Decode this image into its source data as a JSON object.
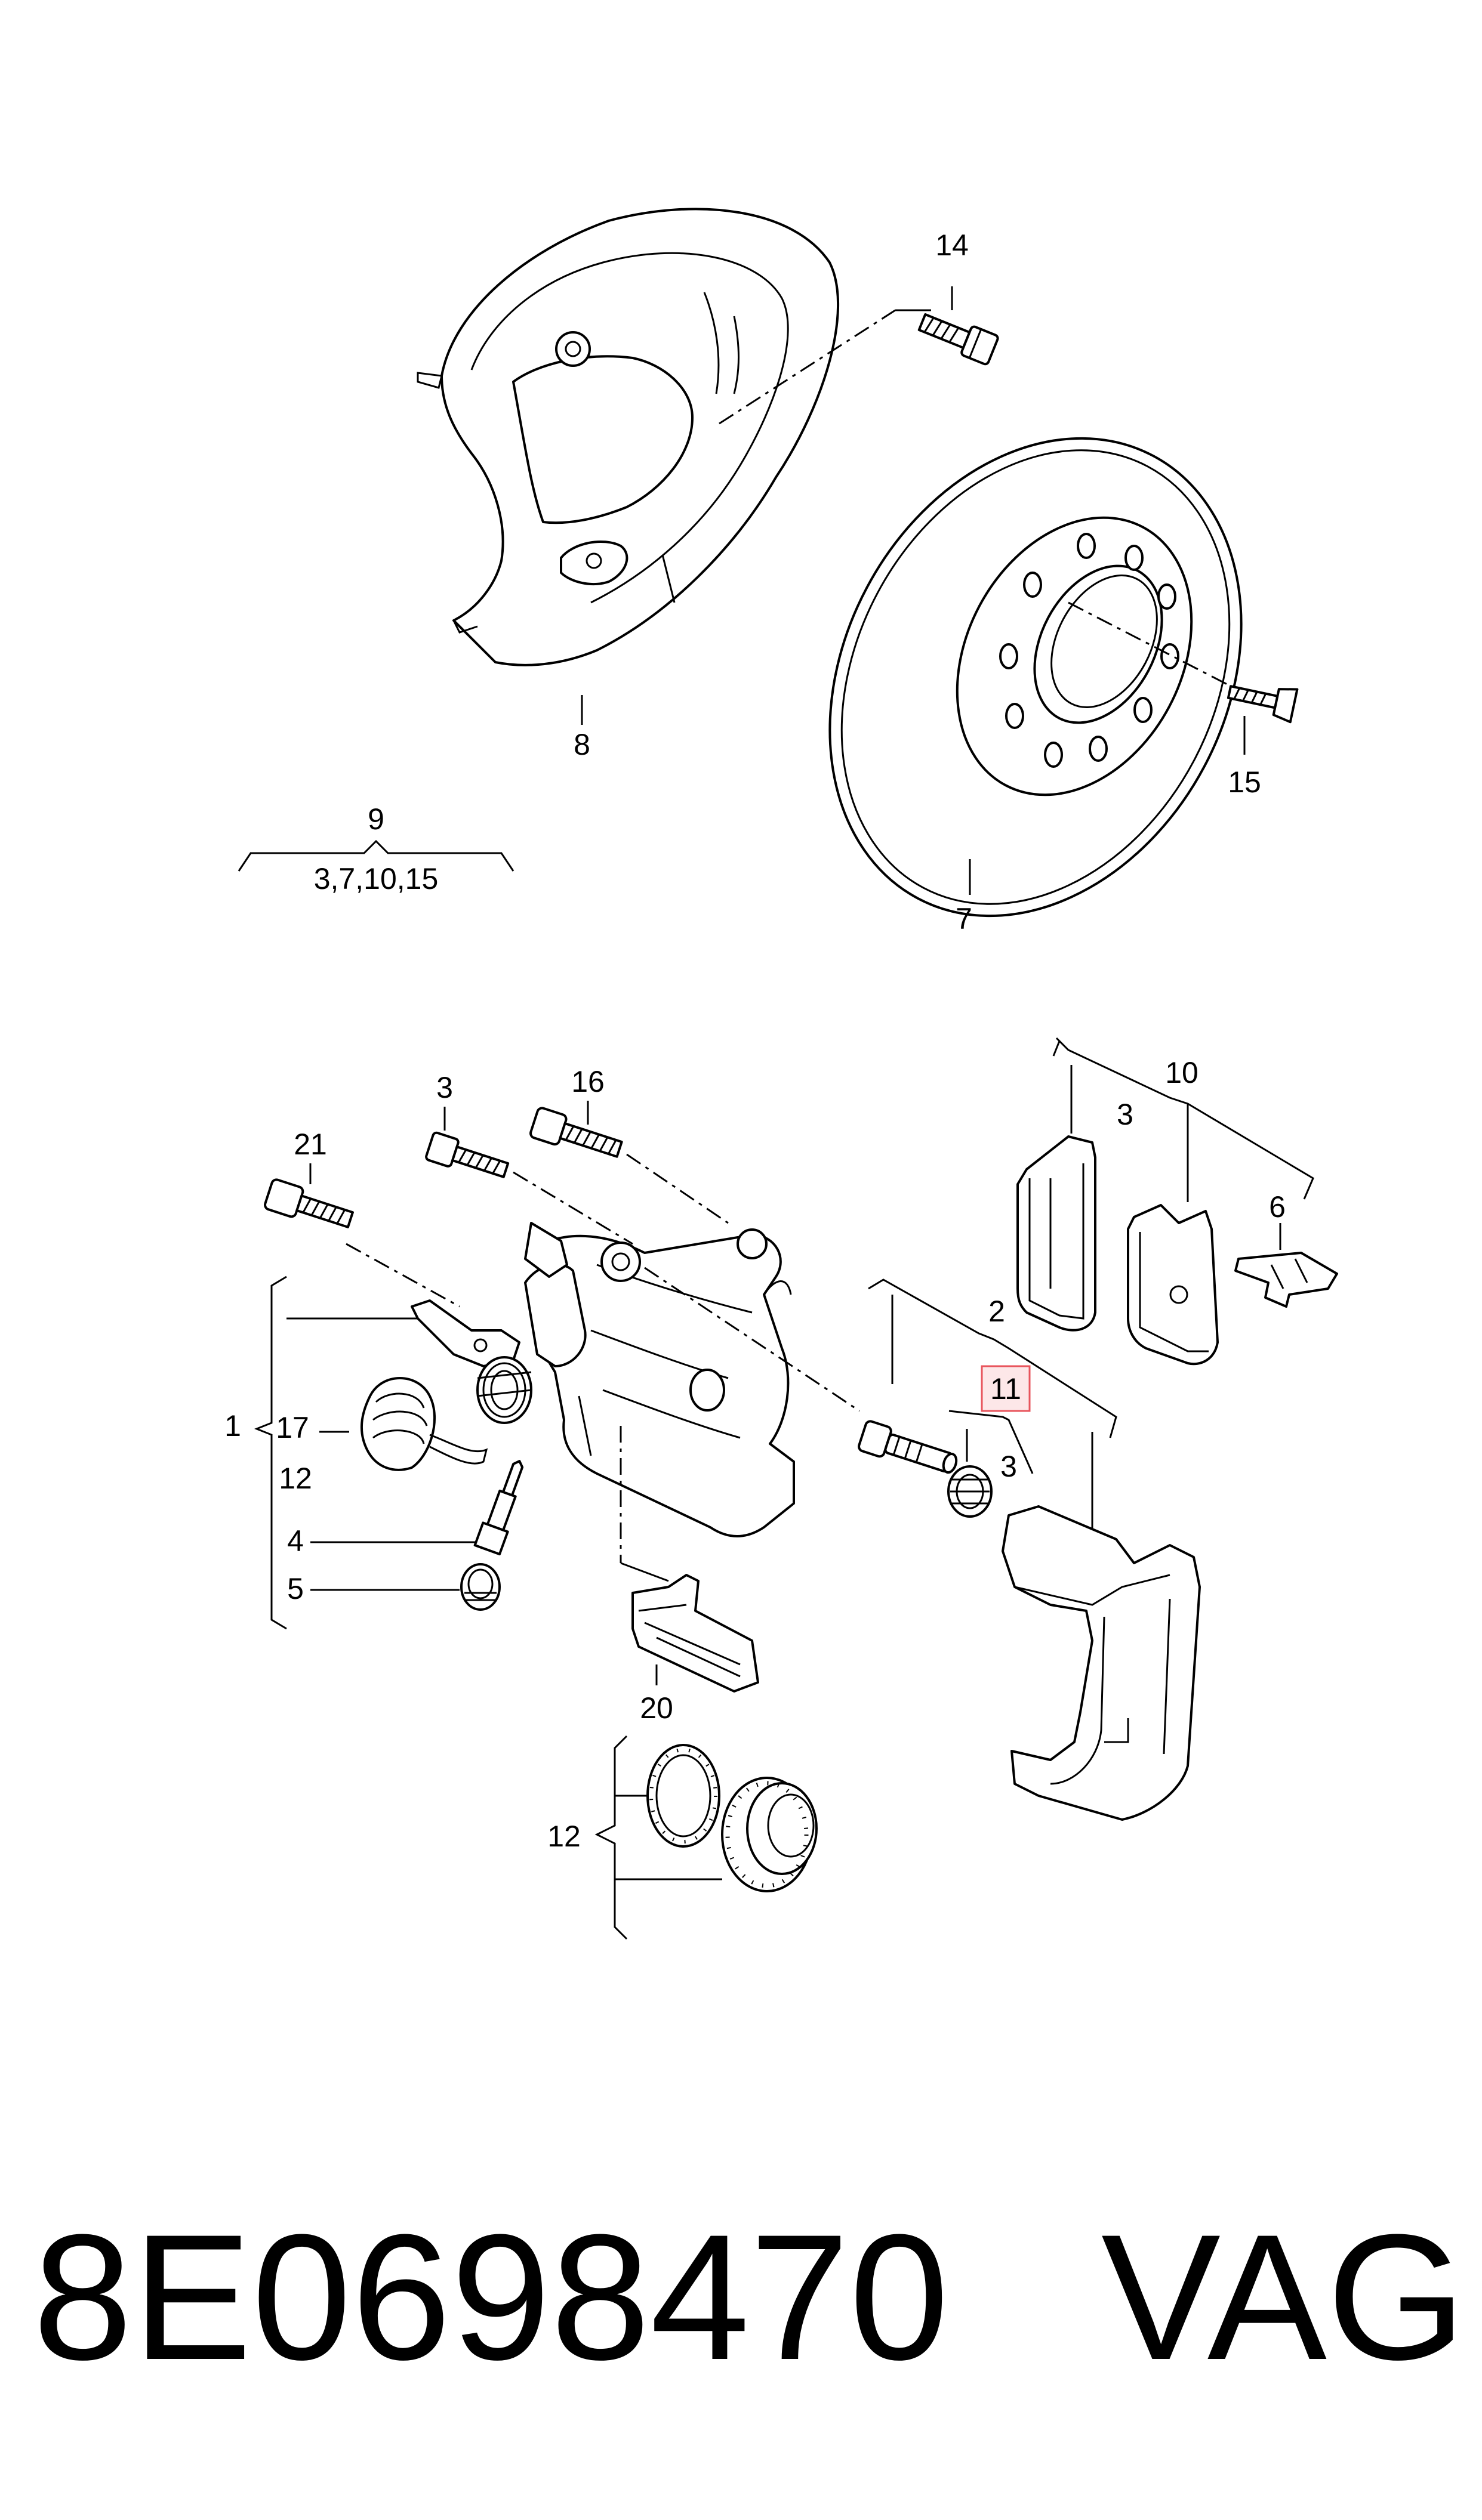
{
  "callouts": {
    "c14": "14",
    "c8": "8",
    "c15": "15",
    "c7": "7",
    "c9": "9",
    "c9_sub": "3,7,10,15",
    "c3_top": "3",
    "c16": "16",
    "c10": "10",
    "c3_pads": "3",
    "c21": "21",
    "c6": "6",
    "c2": "2",
    "c11": "11",
    "c3_guide": "3",
    "c1": "1",
    "c17": "17",
    "c12_upper": "12",
    "c4": "4",
    "c5": "5",
    "c20": "20",
    "c12_lower": "12"
  },
  "highlight_color": "#e8545c",
  "footer": {
    "part_number": "8E0698470",
    "brand": "VAG"
  }
}
